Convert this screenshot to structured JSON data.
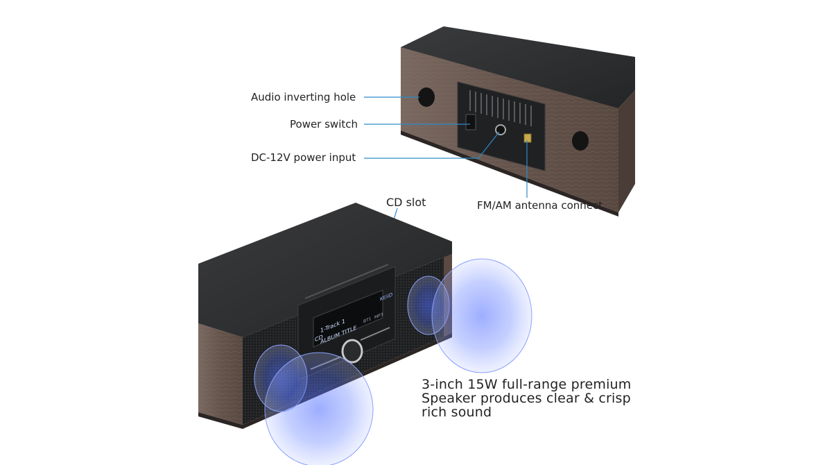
{
  "callouts": {
    "audio_hole": "Audio inverting hole",
    "power_switch": "Power switch",
    "dc_input": "DC-12V power input",
    "antenna": "FM/AM antenna connect",
    "cd_slot": "CD slot"
  },
  "display": {
    "brand": "KEiiD",
    "line1": "1-Track 1",
    "line2": "ALBUM TITLE",
    "cd_tag": "CD",
    "btn_a": "BT1",
    "btn_b": "MP3"
  },
  "description": {
    "line1": "3-inch 15W full-range premium",
    "line2": "Speaker produces clear & crisp",
    "line3": "rich sound"
  },
  "colors": {
    "callout_line": "#2d8ac9",
    "wood": "#6b5a52",
    "top_panel": "#2e2f31",
    "sound_wave": "#3b5cff"
  }
}
